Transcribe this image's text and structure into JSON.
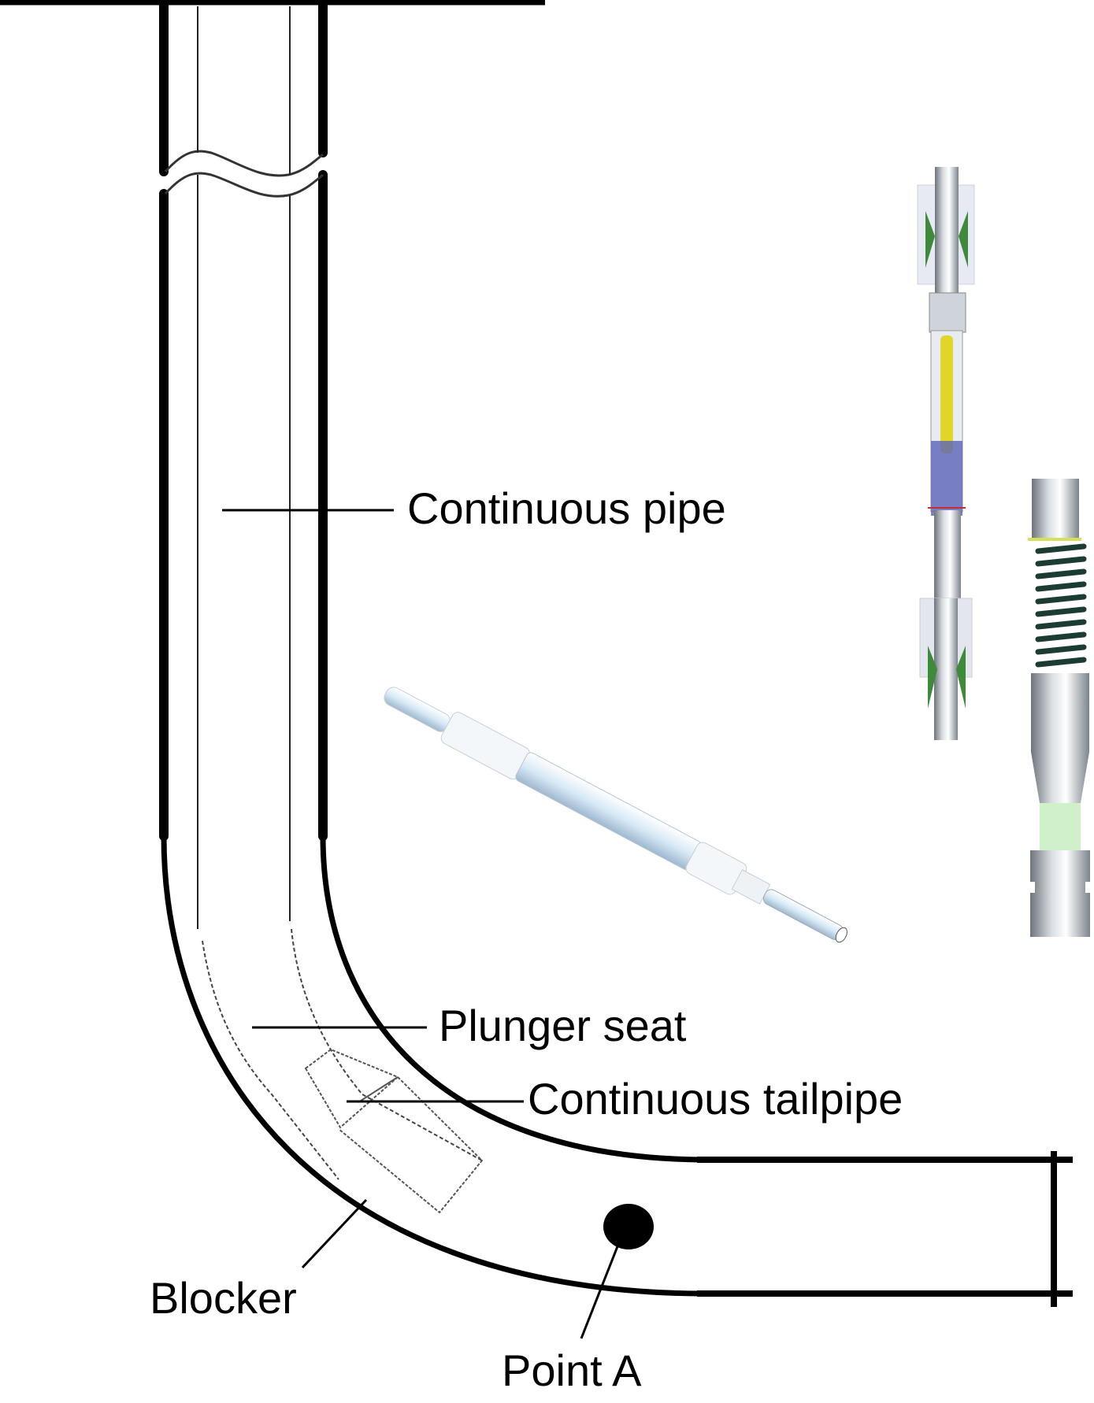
{
  "diagram": {
    "type": "well-schematic",
    "labels": {
      "continuous_pipe": "Continuous pipe",
      "plunger_seat": "Plunger seat",
      "continuous_tailpipe": "Continuous tailpipe",
      "blocker": "Blocker",
      "point_a": "Point A"
    },
    "colors": {
      "line": "#000000",
      "tool_metal": "#9aa3ab",
      "tool_spring_yellow": "#e2d52a",
      "tool_seal_green": "#3f8a3a",
      "tool_blue": "#5b63b8",
      "tool_light_blue": "#cfe3f2"
    }
  }
}
